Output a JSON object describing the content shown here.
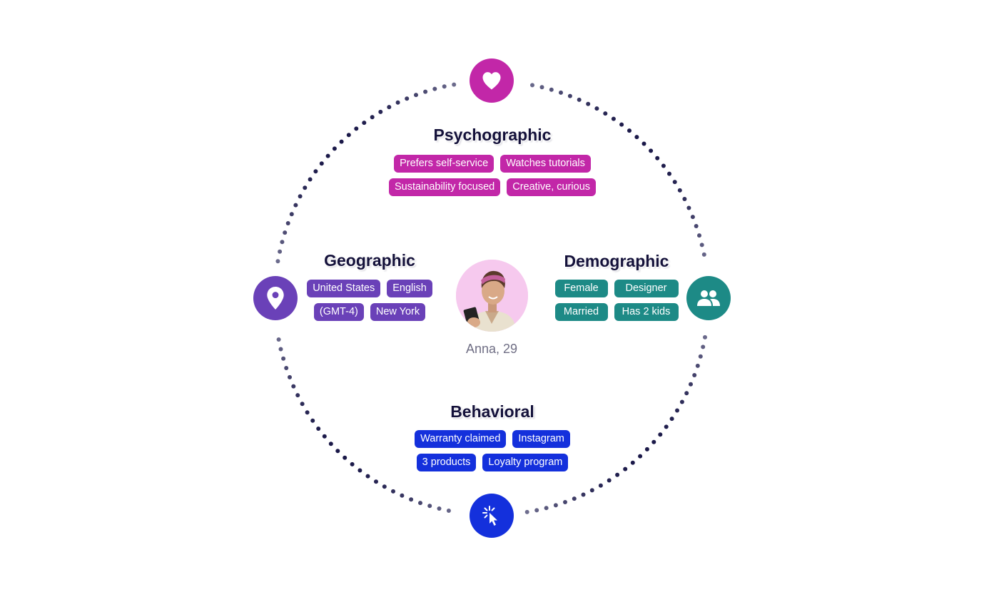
{
  "persona": {
    "name": "Anna, 29"
  },
  "segments": {
    "psychographic": {
      "title": "Psychographic",
      "icon": "heart-icon",
      "color": "#c227a8",
      "tags": [
        [
          "Prefers self-service",
          "Watches tutorials"
        ],
        [
          "Sustainability focused",
          "Creative, curious"
        ]
      ]
    },
    "geographic": {
      "title": "Geographic",
      "icon": "location-pin-icon",
      "color": "#6a41b8",
      "tags": [
        [
          "United States",
          "English"
        ],
        [
          "(GMT-4)",
          "New York"
        ]
      ]
    },
    "demographic": {
      "title": "Demographic",
      "icon": "people-icon",
      "color": "#1d8a86",
      "tags": [
        [
          "Female",
          "Designer"
        ],
        [
          "Married",
          "Has 2 kids"
        ]
      ]
    },
    "behavioral": {
      "title": "Behavioral",
      "icon": "cursor-click-icon",
      "color": "#1430dc",
      "tags": [
        [
          "Warranty claimed",
          "Instagram"
        ],
        [
          "3 products",
          "Loyalty program"
        ]
      ]
    }
  }
}
